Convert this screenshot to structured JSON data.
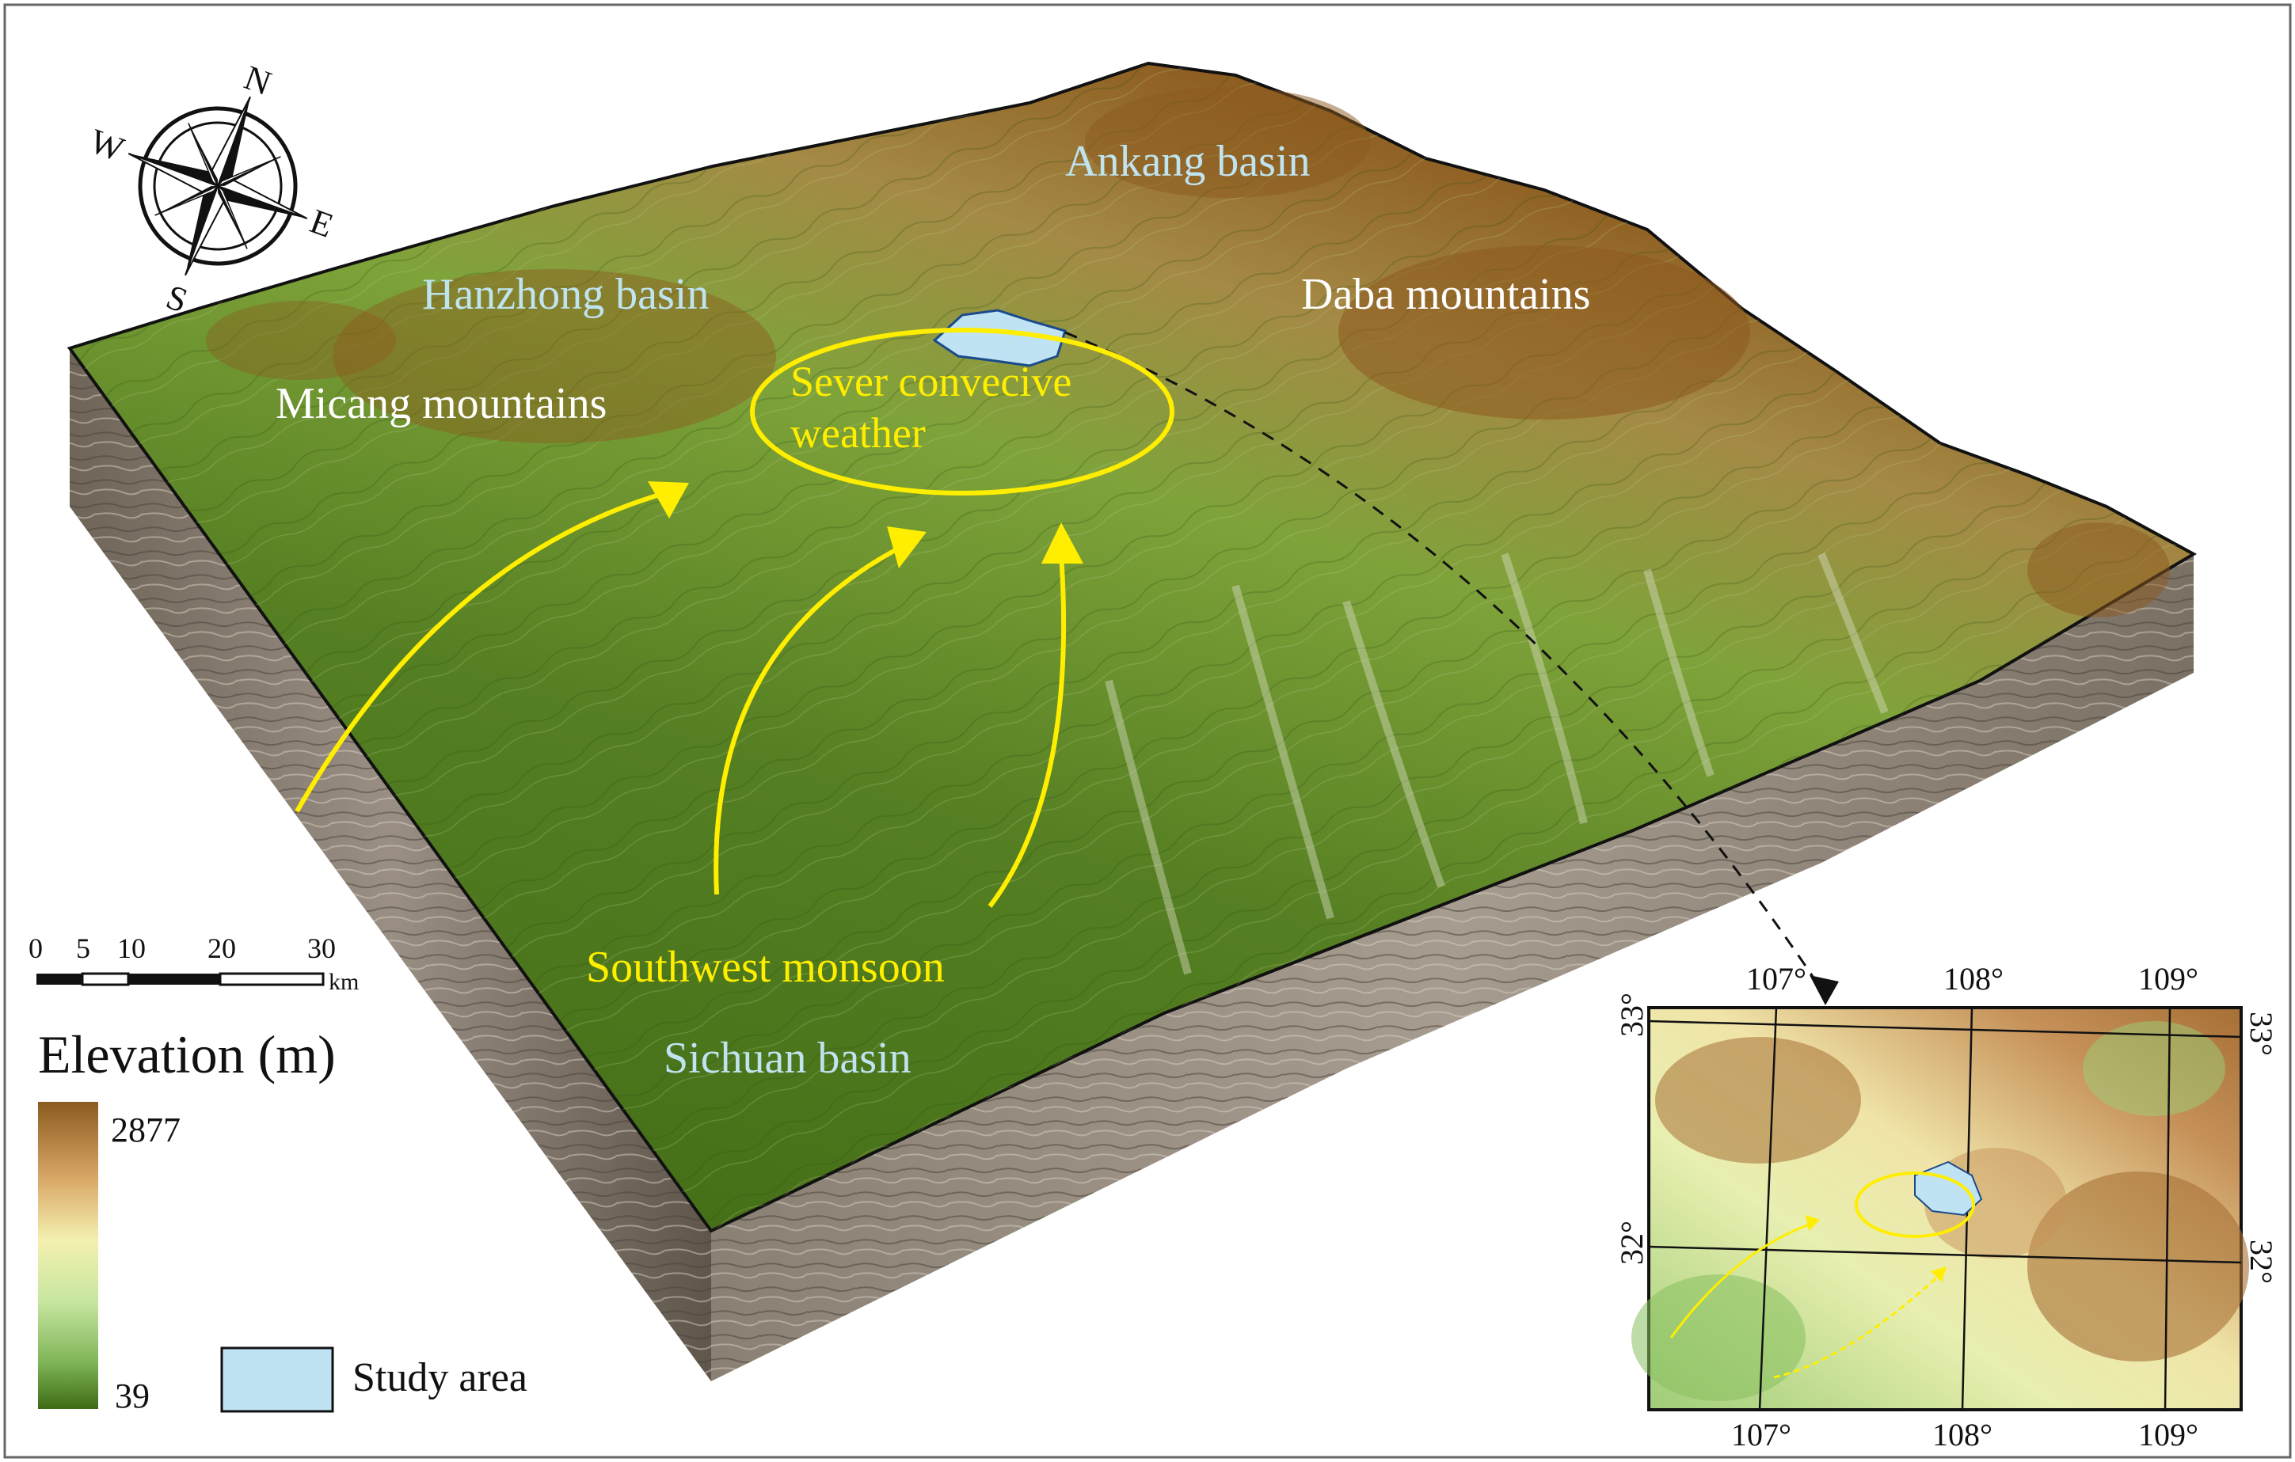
{
  "compass": {
    "n": "N",
    "e": "E",
    "s": "S",
    "w": "W"
  },
  "labels": {
    "ankang": "Ankang basin",
    "hanzhong": "Hanzhong basin",
    "daba": "Daba mountains",
    "micang": "Micang mountains",
    "convective_line1": "Sever convecive",
    "convective_line2": "weather",
    "monsoon": "Southwest monsoon",
    "sichuan": "Sichuan basin"
  },
  "scale_bar": {
    "ticks": [
      "0",
      "5",
      "10",
      "20",
      "30"
    ],
    "unit": "km"
  },
  "legend": {
    "title": "Elevation (m)",
    "max": "2877",
    "min": "39",
    "study_area": "Study area"
  },
  "inset": {
    "top_lon": [
      "107°",
      "108°",
      "109°"
    ],
    "bottom_lon": [
      "107°",
      "108°",
      "109°"
    ],
    "left_lat": [
      "33°",
      "32°"
    ],
    "right_lat": [
      "33°",
      "32°"
    ]
  },
  "colors": {
    "lowland": "#4f7a1e",
    "highland": "#8c5a1e",
    "arrow": "#ffee00",
    "basin_label": "#bfe4f0",
    "mountain_label": "#ffffff",
    "study_area": "#bfe3f2"
  }
}
